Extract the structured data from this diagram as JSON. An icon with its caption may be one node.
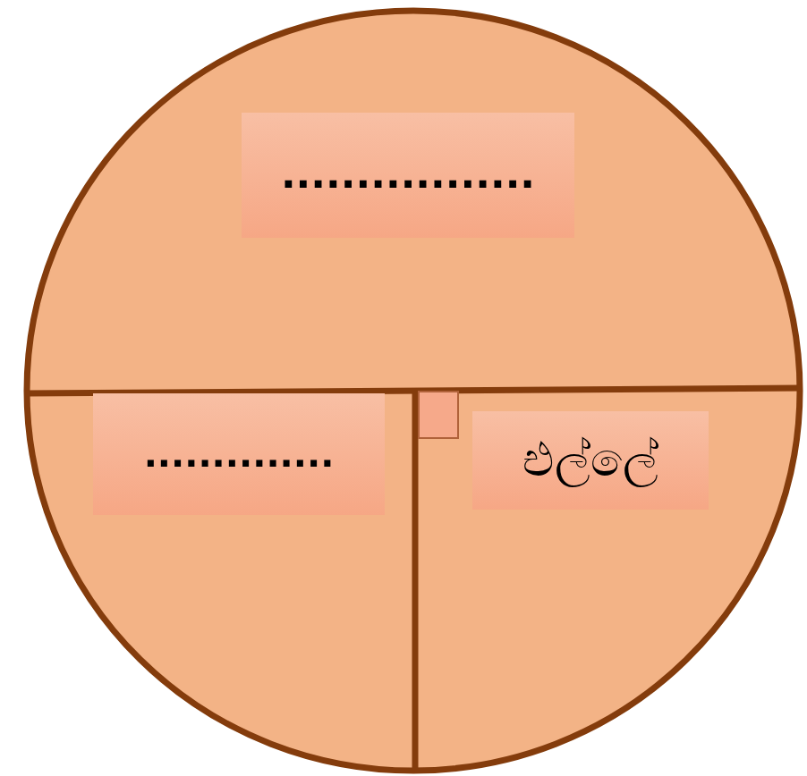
{
  "diagram": {
    "nodes": [
      {
        "text": [],
        "shape": "circle"
      },
      {
        "text": [
          "................."
        ],
        "in": 0
      },
      {
        "text": [
          ".............."
        ],
        "in": 0
      },
      {
        "text": [
          "එල්ලේ"
        ],
        "in": 0
      }
    ]
  }
}
